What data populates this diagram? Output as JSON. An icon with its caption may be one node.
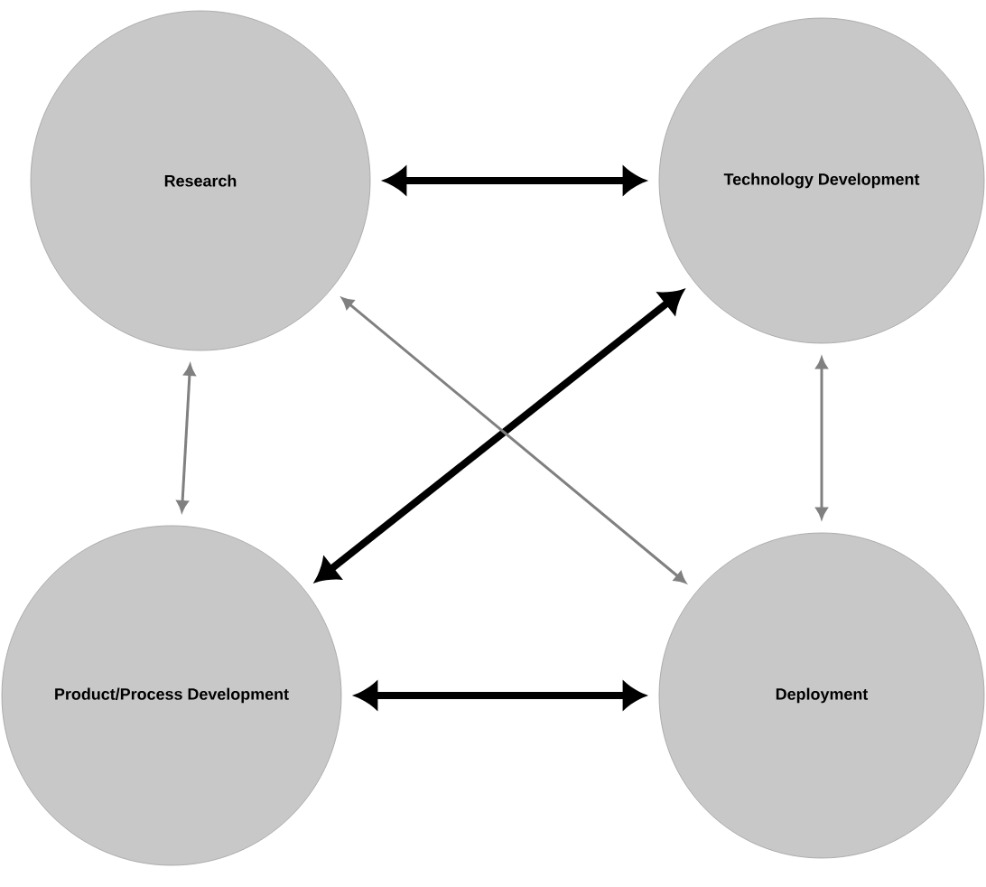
{
  "diagram": {
    "nodes": [
      {
        "text": [
          "Research"
        ]
      },
      {
        "text": [
          "Technology Development"
        ]
      },
      {
        "text": [
          "Product/Process Development"
        ]
      },
      {
        "text": [
          "Deployment"
        ]
      }
    ],
    "edges": [
      {
        "from": 0,
        "to": 1,
        "arrow": "both",
        "style": "thick"
      },
      {
        "from": 1,
        "to": 2,
        "arrow": "both",
        "style": "thick"
      },
      {
        "from": 2,
        "to": 3,
        "arrow": "both",
        "style": "thick"
      },
      {
        "from": 0,
        "to": 2,
        "arrow": "both",
        "color": "#808080"
      },
      {
        "from": 1,
        "to": 3,
        "arrow": "both",
        "color": "#808080"
      },
      {
        "from": 0,
        "to": 3,
        "arrow": "both",
        "color": "#808080"
      }
    ]
  }
}
